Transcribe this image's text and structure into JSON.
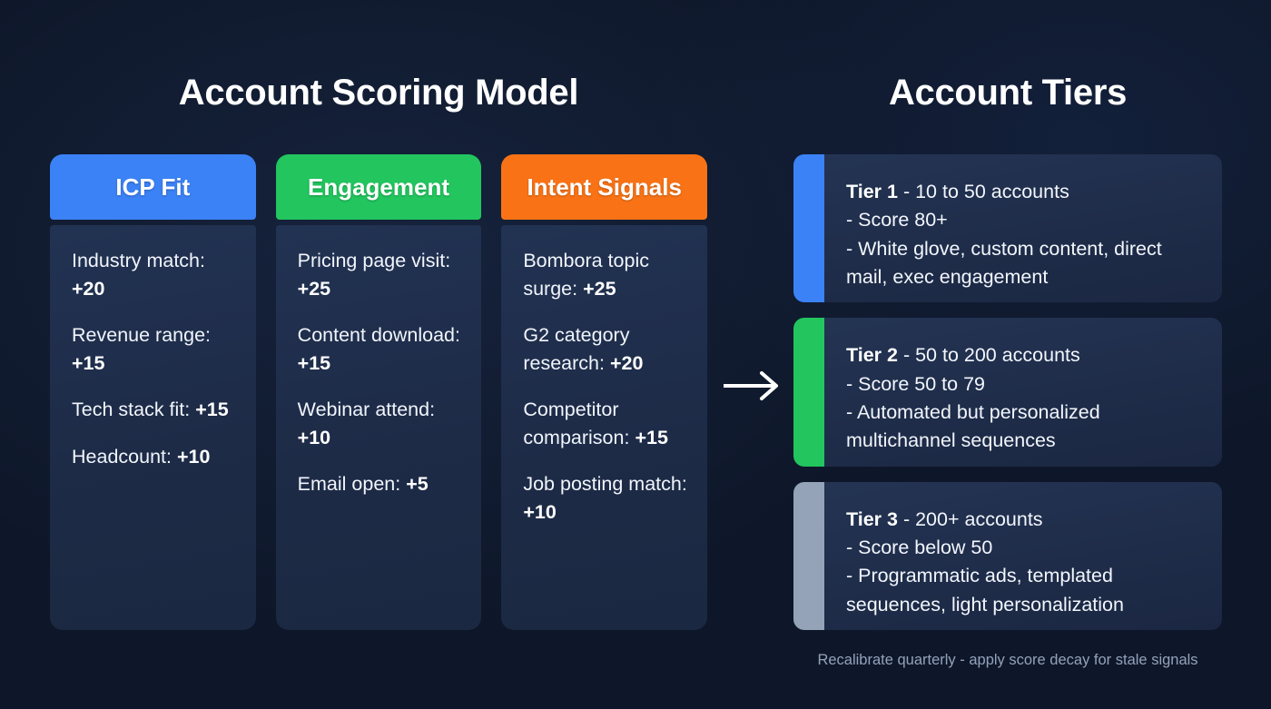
{
  "left_panel": {
    "title": "Account Scoring Model",
    "columns": [
      {
        "header": "ICP Fit",
        "color": "#3b82f6",
        "factors": [
          {
            "label": "Industry match:",
            "points": "+20"
          },
          {
            "label": "Revenue range:",
            "points": "+15"
          },
          {
            "label": "Tech stack fit:",
            "points": "+15"
          },
          {
            "label": "Headcount:",
            "points": "+10"
          }
        ]
      },
      {
        "header": "Engagement",
        "color": "#22c55e",
        "factors": [
          {
            "label": "Pricing page visit:",
            "points": "+25"
          },
          {
            "label": "Content download:",
            "points": "+15"
          },
          {
            "label": "Webinar attend:",
            "points": "+10"
          },
          {
            "label": "Email open:",
            "points": "+5"
          }
        ]
      },
      {
        "header": "Intent Signals",
        "color": "#f97316",
        "factors": [
          {
            "label": "Bombora topic surge:",
            "points": "+25"
          },
          {
            "label": "G2 category research:",
            "points": "+20"
          },
          {
            "label": "Competitor comparison:",
            "points": "+15"
          },
          {
            "label": "Job posting match:",
            "points": "+10"
          }
        ]
      }
    ]
  },
  "connector": {
    "icon": "arrow-right-icon"
  },
  "right_panel": {
    "title": "Account Tiers",
    "tiers": [
      {
        "name": "Tier 1",
        "accent_color": "#3b82f6",
        "summary": " - 10 to 50 accounts",
        "lines": [
          "- Score 80+",
          "- White glove, custom content, direct mail, exec engagement"
        ]
      },
      {
        "name": "Tier 2",
        "accent_color": "#22c55e",
        "summary": " - 50 to 200 accounts",
        "lines": [
          "- Score 50 to 79",
          "- Automated but personalized multichannel sequences"
        ]
      },
      {
        "name": "Tier 3",
        "accent_color": "#94a3b8",
        "summary": " - 200+ accounts",
        "lines": [
          "- Score below 50",
          "- Programmatic ads, templated sequences, light personalization"
        ]
      }
    ],
    "footnote": "Recalibrate quarterly - apply score decay for stale signals"
  }
}
